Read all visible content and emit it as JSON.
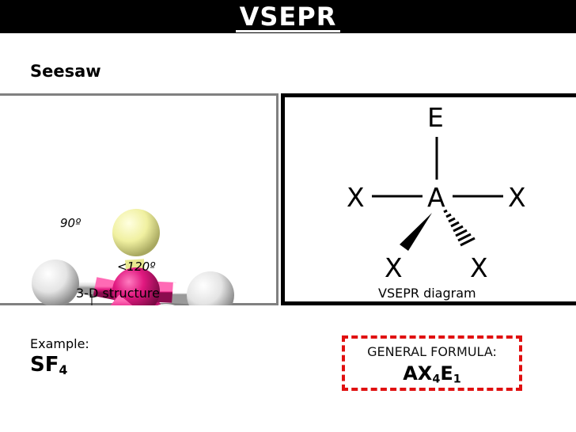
{
  "header": {
    "title": "VSEPR"
  },
  "shape": {
    "name": "Seesaw"
  },
  "structure_panel": {
    "caption": "3-D structure",
    "angle_axial_equatorial": "90º",
    "angle_equatorial": "<120º"
  },
  "diagram_panel": {
    "caption": "VSEPR diagram",
    "top_label": "E",
    "center_label": "A",
    "left_label": "X",
    "right_label": "X",
    "lower_left_label": "X",
    "lower_right_label": "X"
  },
  "example": {
    "label": "Example:",
    "formula_main": "SF",
    "formula_sub": "4"
  },
  "general_formula": {
    "label": "GENERAL FORMULA:",
    "part1": "AX",
    "sub1": "4",
    "part2": "E",
    "sub2": "1"
  },
  "colors": {
    "central_atom": "#e0187f",
    "lone_pair": "#f0f0a0",
    "ligand": "#e8e8e8",
    "formula_border": "#e01010"
  }
}
